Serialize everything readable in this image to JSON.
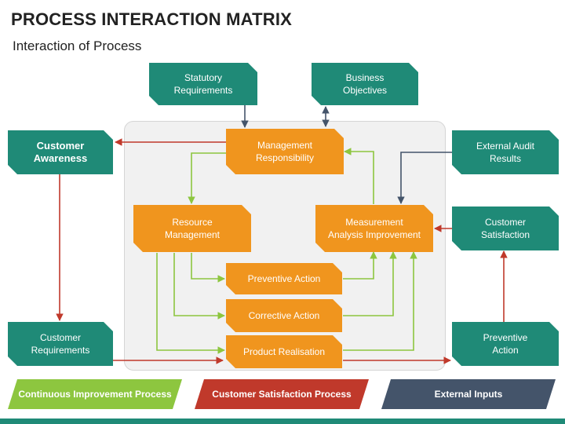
{
  "header": {
    "title": "PROCESS INTERACTION MATRIX",
    "subtitle": "Interaction of Process"
  },
  "external_boxes": {
    "statutory_requirements": [
      "Statutory",
      "Requirements"
    ],
    "business_objectives": [
      "Business",
      "Objectives"
    ],
    "customer_awareness": [
      "Customer",
      "Awareness"
    ],
    "external_audit_results": [
      "External Audit",
      "Results"
    ],
    "customer_satisfaction": [
      "Customer",
      "Satisfaction"
    ],
    "customer_requirements": [
      "Customer",
      "Requirements"
    ],
    "preventive_action_external": [
      "Preventive",
      "Action"
    ]
  },
  "process_boxes": {
    "management_responsibility": [
      "Management",
      "Responsibility"
    ],
    "resource_management": [
      "Resource",
      "Management"
    ],
    "measurement_analysis_improvement": [
      "Measurement",
      "Analysis Improvement"
    ],
    "preventive_action": [
      "Preventive Action"
    ],
    "corrective_action": [
      "Corrective Action"
    ],
    "product_realisation": [
      "Product Realisation"
    ]
  },
  "legend": {
    "continuous_improvement": "Continuous Improvement Process",
    "customer_satisfaction": "Customer Satisfaction Process",
    "external_inputs": "External Inputs"
  },
  "colors": {
    "teal": "#1f8a77",
    "orange": "#f0951e",
    "continuous_improvement": "#8dc63f",
    "customer_satisfaction": "#c0392b",
    "external_inputs": "#44546a"
  }
}
